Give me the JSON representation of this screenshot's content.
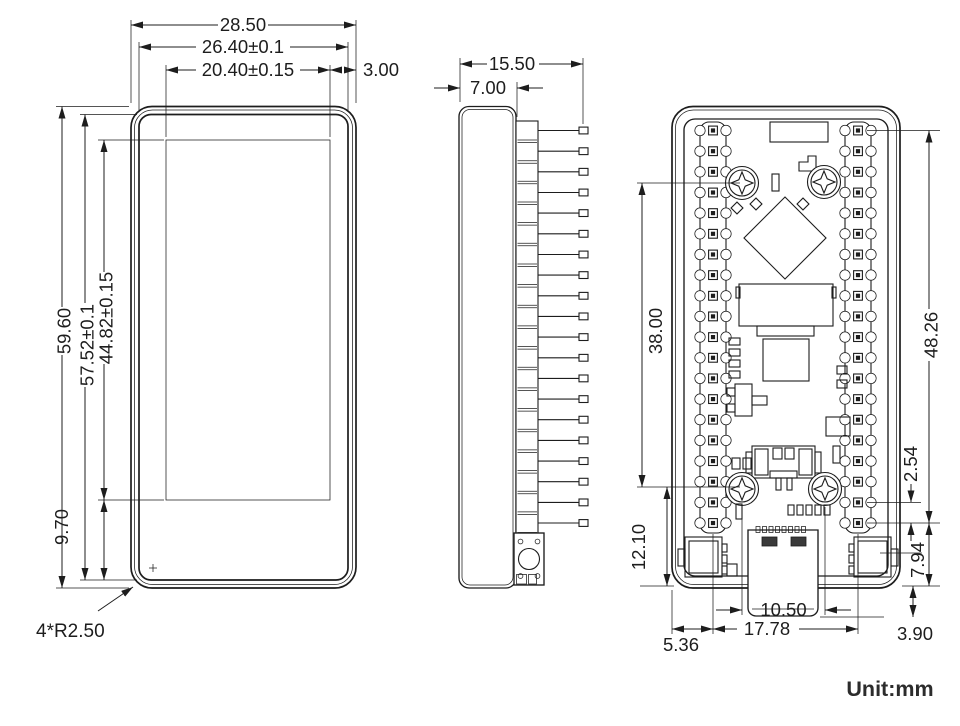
{
  "footer": {
    "unit_label": "Unit:mm"
  },
  "front_view": {
    "dims": {
      "overall_width": "28.50",
      "glass_width": "26.40±0.1",
      "active_width": "20.40±0.15",
      "active_to_edge_right": "3.00",
      "overall_height": "59.60",
      "glass_height": "57.52±0.1",
      "active_height": "44.82±0.15",
      "active_bottom_offset": "9.70",
      "corner_radius": "4*R2.50"
    }
  },
  "side_view": {
    "dims": {
      "total_depth": "15.50",
      "body_depth": "7.00"
    }
  },
  "back_view": {
    "dims": {
      "screw_vertical_span": "38.00",
      "screw_to_bottom_edge": "12.10",
      "pin_header_span": "48.26",
      "pin_pitch": "2.54",
      "pin_to_bottom_edge": "7.94",
      "usb_overhang": "3.90",
      "screw_horizontal_span": "10.50",
      "pin_row_spacing": "17.78",
      "edge_to_pin_row": "5.36"
    }
  }
}
